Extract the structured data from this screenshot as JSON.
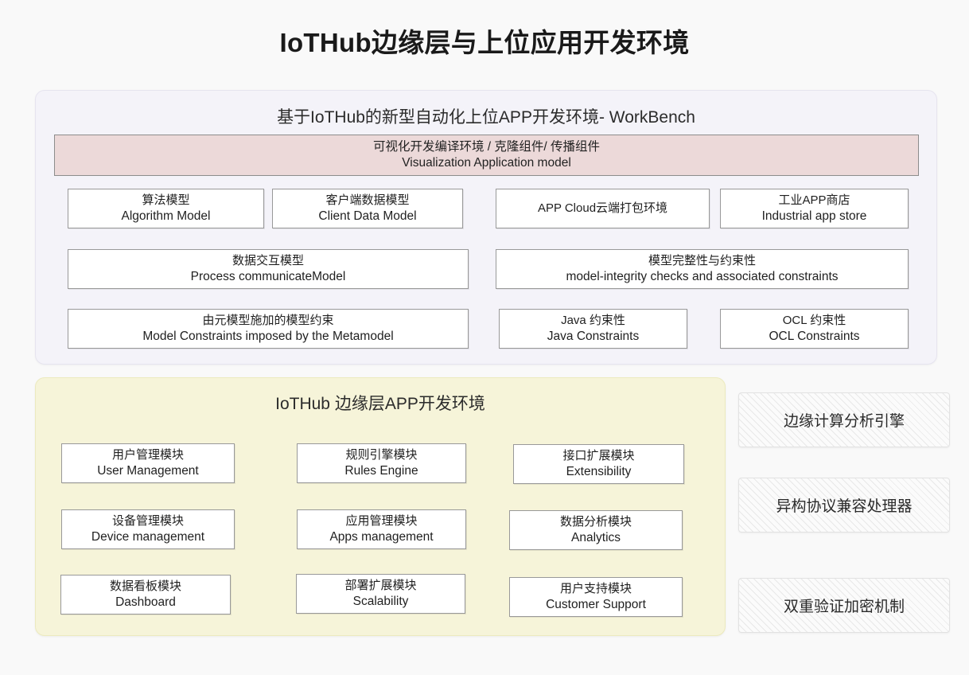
{
  "page": {
    "title": "IoTHub边缘层与上位应用开发环境",
    "background_color": "#f9f9f9"
  },
  "workbench_section": {
    "heading": "基于IoTHub的新型自动化上位APP开发环境- WorkBench",
    "background_color": "#f4f3f9",
    "band": {
      "line_cn": "可视化开发编译环境 / 克隆组件/ 传播组件",
      "line_en": "Visualization Application model",
      "background_color": "#ecd9d9",
      "border_color": "#8c8c8c"
    },
    "nodes": [
      {
        "cn": "算法模型",
        "en": "Algorithm Model"
      },
      {
        "cn": "客户端数据模型",
        "en": "Client Data Model"
      },
      {
        "cn": "APP Cloud云端打包环境",
        "en": ""
      },
      {
        "cn": "工业APP商店",
        "en": "Industrial app store"
      },
      {
        "cn": "数据交互模型",
        "en": "Process communicateModel"
      },
      {
        "cn": "模型完整性与约束性",
        "en": "model-integrity checks and associated constraints"
      },
      {
        "cn": "由元模型施加的模型约束",
        "en": "Model Constraints imposed by the Metamodel"
      },
      {
        "cn": "Java 约束性",
        "en": "Java Constraints"
      },
      {
        "cn": "OCL 约束性",
        "en": "OCL Constraints"
      }
    ]
  },
  "edge_section": {
    "heading": "IoTHub 边缘层APP开发环境",
    "background_color": "#f6f4d9",
    "nodes": [
      {
        "cn": "用户管理模块",
        "en": "User Management"
      },
      {
        "cn": "规则引擎模块",
        "en": "Rules Engine"
      },
      {
        "cn": "接口扩展模块",
        "en": "Extensibility"
      },
      {
        "cn": "设备管理模块",
        "en": "Device management"
      },
      {
        "cn": "应用管理模块",
        "en": "Apps management"
      },
      {
        "cn": "数据分析模块",
        "en": "Analytics"
      },
      {
        "cn": "数据看板模块",
        "en": "Dashboard"
      },
      {
        "cn": "部署扩展模块",
        "en": "Scalability"
      },
      {
        "cn": "用户支持模块",
        "en": "Customer Support"
      }
    ]
  },
  "side_modules": {
    "items": [
      {
        "label": "边缘计算分析引擎"
      },
      {
        "label": "异构协议兼容处理器"
      },
      {
        "label": "双重验证加密机制"
      }
    ],
    "background_color": "#fbfbfb",
    "border_color": "#e2e2e2"
  }
}
